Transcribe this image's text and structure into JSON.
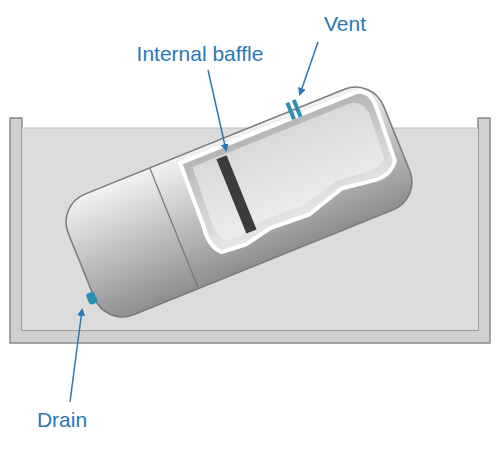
{
  "diagram": {
    "labels": [
      "Internal baffle",
      "Vent",
      "Drain"
    ]
  }
}
